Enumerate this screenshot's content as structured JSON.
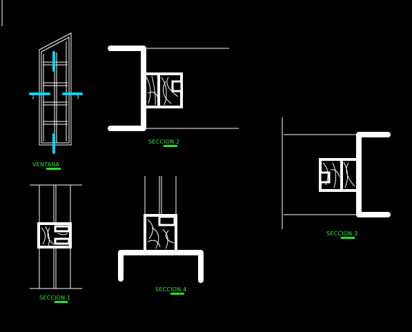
{
  "labels": {
    "ventana": "VENTANA",
    "seccion1": "SECCION 1",
    "seccion2": "SECCION 2",
    "seccion3": "SECCION 3",
    "seccion4": "SECCION 4"
  },
  "marks": {
    "m2": "2",
    "m3": "3"
  },
  "colors": {
    "background": "#000000",
    "line": "#ffffff",
    "label": "#39e14a",
    "underline": "#16f01e",
    "cut_marker": "#00d8ff"
  }
}
